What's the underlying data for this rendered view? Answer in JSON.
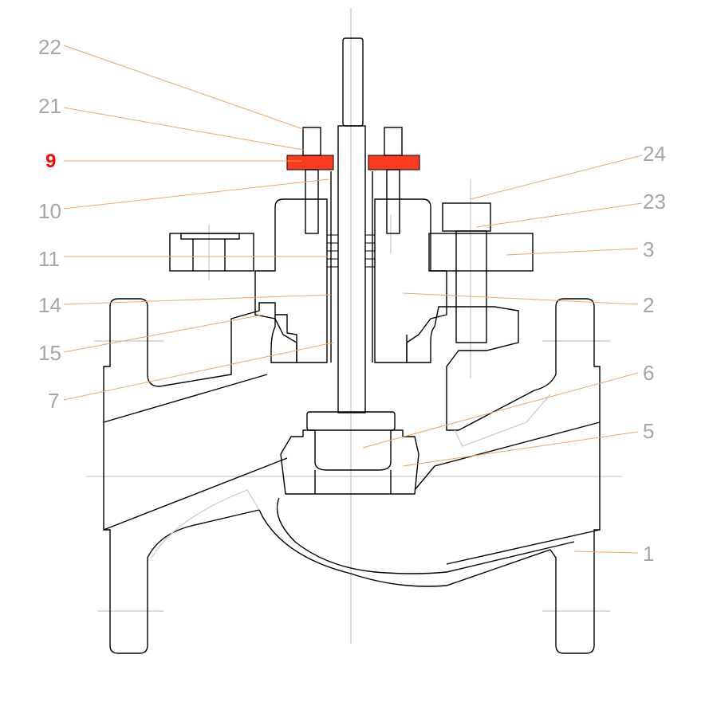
{
  "diagram": {
    "type": "valve-cross-section",
    "highlight_color": "#ff0000",
    "label_color": "#a6a6a6",
    "leader_color": "#f4a460",
    "labels_left": [
      {
        "text": "22",
        "highlight": false
      },
      {
        "text": "21",
        "highlight": false
      },
      {
        "text": "9",
        "highlight": true
      },
      {
        "text": "10",
        "highlight": false
      },
      {
        "text": "11",
        "highlight": false
      },
      {
        "text": "14",
        "highlight": false
      },
      {
        "text": "15",
        "highlight": false
      },
      {
        "text": "7",
        "highlight": false
      }
    ],
    "labels_right": [
      {
        "text": "24",
        "highlight": false
      },
      {
        "text": "23",
        "highlight": false
      },
      {
        "text": "3",
        "highlight": false
      },
      {
        "text": "2",
        "highlight": false
      },
      {
        "text": "6",
        "highlight": false
      },
      {
        "text": "5",
        "highlight": false
      },
      {
        "text": "1",
        "highlight": false
      }
    ]
  }
}
